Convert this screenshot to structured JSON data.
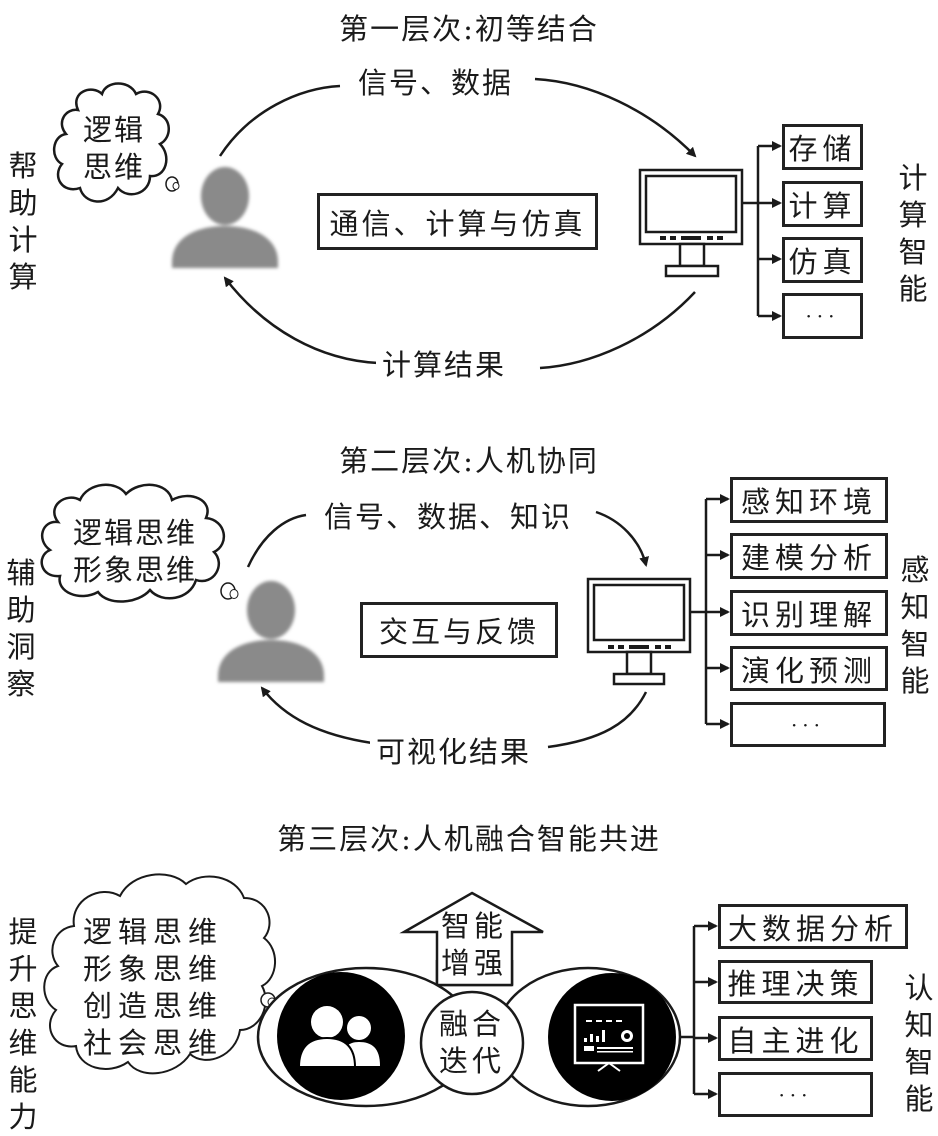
{
  "tier1": {
    "title": "第一层次:初等结合",
    "side_label_left": "帮助计算",
    "side_label_right": "计算智能",
    "cloud_text_lines": [
      "逻辑",
      "思维"
    ],
    "flow_to_machine": "信号、数据",
    "flow_to_human": "计算结果",
    "center_box": "通信、计算与仿真",
    "outputs": [
      "存储",
      "计算",
      "仿真",
      "···"
    ]
  },
  "tier2": {
    "title": "第二层次:人机协同",
    "side_label_left": "辅助洞察",
    "side_label_right": "感知智能",
    "cloud_text_lines": [
      "逻辑思维",
      "形象思维"
    ],
    "flow_to_machine": "信号、数据、知识",
    "flow_to_human": "可视化结果",
    "center_box": "交互与反馈",
    "outputs": [
      "感知环境",
      "建模分析",
      "识别理解",
      "演化预测",
      "···"
    ]
  },
  "tier3": {
    "title": "第三层次:人机融合智能共进",
    "side_label_left": "提升思维能力",
    "side_label_right": "认知智能",
    "cloud_text_lines": [
      "逻辑思维",
      "形象思维",
      "创造思维",
      "社会思维"
    ],
    "arrow_text_lines": [
      "智能",
      "增强"
    ],
    "merge_text_lines": [
      "融合",
      "迭代"
    ],
    "outputs": [
      "大数据分析",
      "推理决策",
      "自主进化",
      "···"
    ]
  },
  "icons": {
    "human": "person-silhouette-icon",
    "computer": "monitor-icon",
    "group": "user-group-icon",
    "dashboard": "presentation-board-icon"
  },
  "colors": {
    "ink": "#1a1a1a",
    "person_gray": "#8a8a8a",
    "background": "#ffffff"
  }
}
